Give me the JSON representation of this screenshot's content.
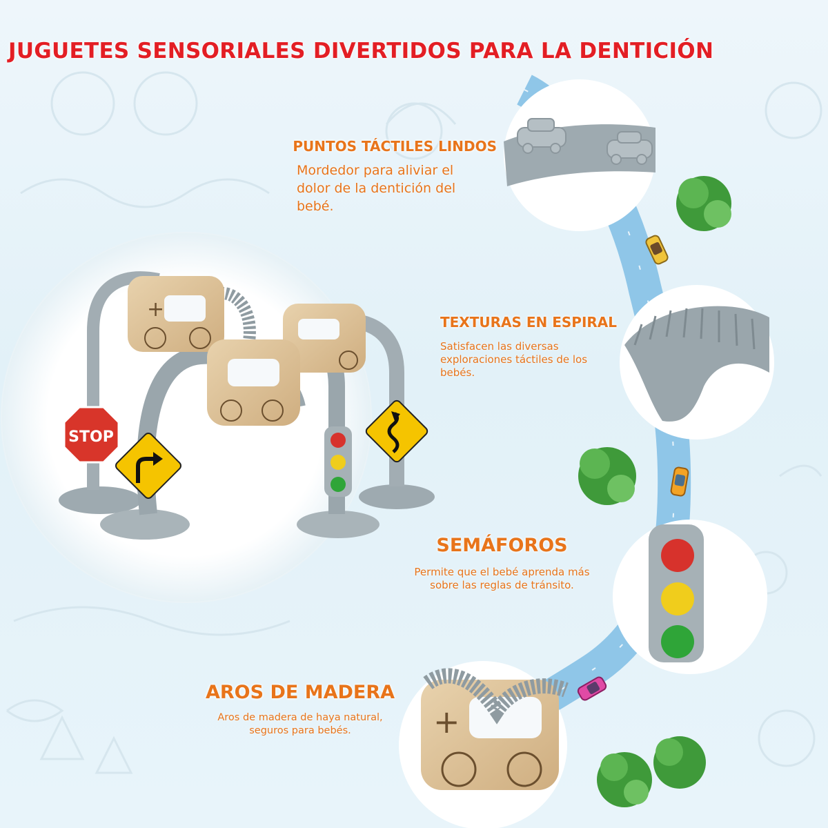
{
  "title": "JUGUETES SENSORIALES DIVERTIDOS PARA LA DENTICIÓN",
  "stop_sign_text": "STOP",
  "features": [
    {
      "title": "PUNTOS TÁCTILES LINDOS",
      "description": "Mordedor para aliviar el dolor de la dentición del bebé."
    },
    {
      "title": "TEXTURAS EN ESPIRAL",
      "description": "Satisfacen las diversas exploraciones táctiles de los bebés."
    },
    {
      "title": "SEMÁFOROS",
      "description": "Permite que el bebé aprenda más sobre las reglas de tránsito."
    },
    {
      "title": "AROS DE MADERA",
      "description": "Aros de madera de haya natural, seguros para bebés."
    }
  ],
  "colors": {
    "title": "#e31e24",
    "feature_text": "#e8741a",
    "road": "#8fc6e8",
    "silicone": "#9eaab0",
    "wood": "#dcc29b"
  },
  "icons": [
    "stop-sign-icon",
    "turn-right-sign-icon",
    "winding-road-sign-icon",
    "traffic-light-icon",
    "tree-icon",
    "toy-car-icon"
  ]
}
